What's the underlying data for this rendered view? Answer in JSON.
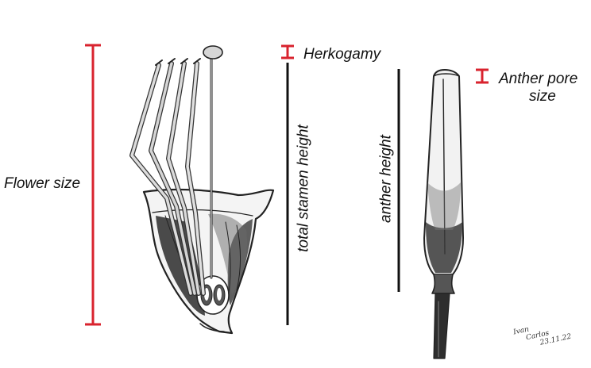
{
  "labels": {
    "flower_size": "Flower size",
    "herkogamy": "Herkogamy",
    "total_stamen_height": "total stamen height",
    "anther_height": "anther height",
    "anther_pore_size_line1": "Anther pore",
    "anther_pore_size_line2": "size"
  },
  "signature": {
    "line1": "Ivan",
    "line2": "Carlos",
    "date": "23.11.22"
  },
  "colors": {
    "measure_red": "#d9232e",
    "measure_black": "#111111",
    "ink": "#222222"
  }
}
